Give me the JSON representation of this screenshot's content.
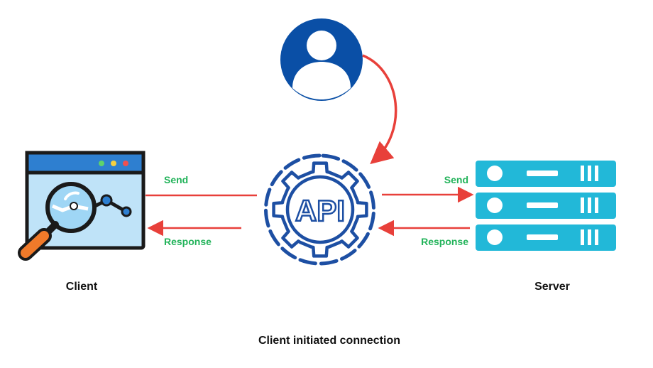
{
  "colors": {
    "arrow": "#e8403a",
    "label_green": "#22b35a",
    "api_blue": "#1d4fa3",
    "user_blue": "#0a4fa6",
    "server_cyan": "#22b8d8",
    "browser_blue": "#2e7fd0",
    "magnifier_orange": "#f07a2a",
    "outline": "#1a1a1a"
  },
  "icons": {
    "user": "user-avatar-icon",
    "api": "api-gear-icon",
    "client": "browser-analytics-icon",
    "server": "server-rack-icon"
  },
  "client": {
    "label": "Client"
  },
  "server": {
    "label": "Server"
  },
  "api": {
    "label": "API"
  },
  "arrows": {
    "client_send": "Send",
    "client_response": "Response",
    "server_send": "Send",
    "server_response": "Response"
  },
  "caption": "Client initiated connection"
}
